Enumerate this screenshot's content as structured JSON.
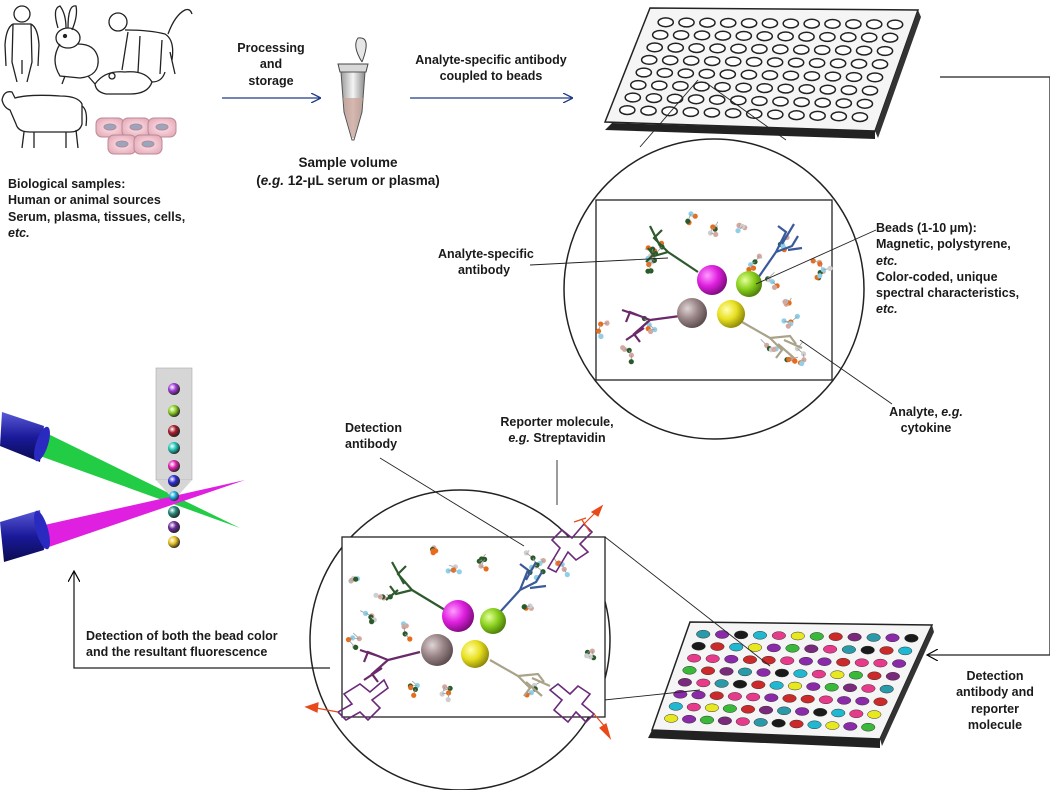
{
  "figure": {
    "processing": [
      "Processing",
      "and",
      "storage"
    ],
    "coupling": [
      "Analyte-specific antibody",
      "coupled to beads"
    ],
    "sample_volume": {
      "line1": "Sample volume",
      "line2_em": "e.g.",
      "line2_rest": " 12-μL serum or plasma)"
    },
    "bio_samples": {
      "line1": "Biological samples:",
      "line2": "Human or animal sources",
      "line3": "Serum, plasma, tissues, cells,",
      "line4_em": "etc."
    },
    "analyte_antibody": [
      "Analyte-specific",
      "antibody"
    ],
    "beads": {
      "line1": "Beads (1-10 μm):",
      "line2": "Magnetic, polystyrene,",
      "line3_em": "etc.",
      "line4": "Color-coded, unique",
      "line5": "spectral characteristics,",
      "line6_em": "etc."
    },
    "analyte": {
      "line1_pre": "Analyte, ",
      "line1_em": "e.g.",
      "line2": "cytokine"
    },
    "detection_antibody": [
      "Detection",
      "antibody"
    ],
    "reporter": {
      "line1": "Reporter molecule,",
      "line2_em": "e.g.",
      "line2_rest": " Streptavidin"
    },
    "detection_both": [
      "Detection of both the bead color",
      "and the resultant fluorescence"
    ],
    "detection_reporter": [
      "Detection",
      "antibody and",
      "reporter",
      "molecule"
    ]
  },
  "colors": {
    "arrow_blue": "#1f3c88",
    "magenta_bead": "#e020e0",
    "green_bead": "#8ad11f",
    "gray_bead": "#9a8688",
    "yellow_bead": "#e8e020",
    "laser_green": "#22cc44",
    "laser_magenta": "#e020e0",
    "cylinder_blue": "#1a1a9a"
  }
}
